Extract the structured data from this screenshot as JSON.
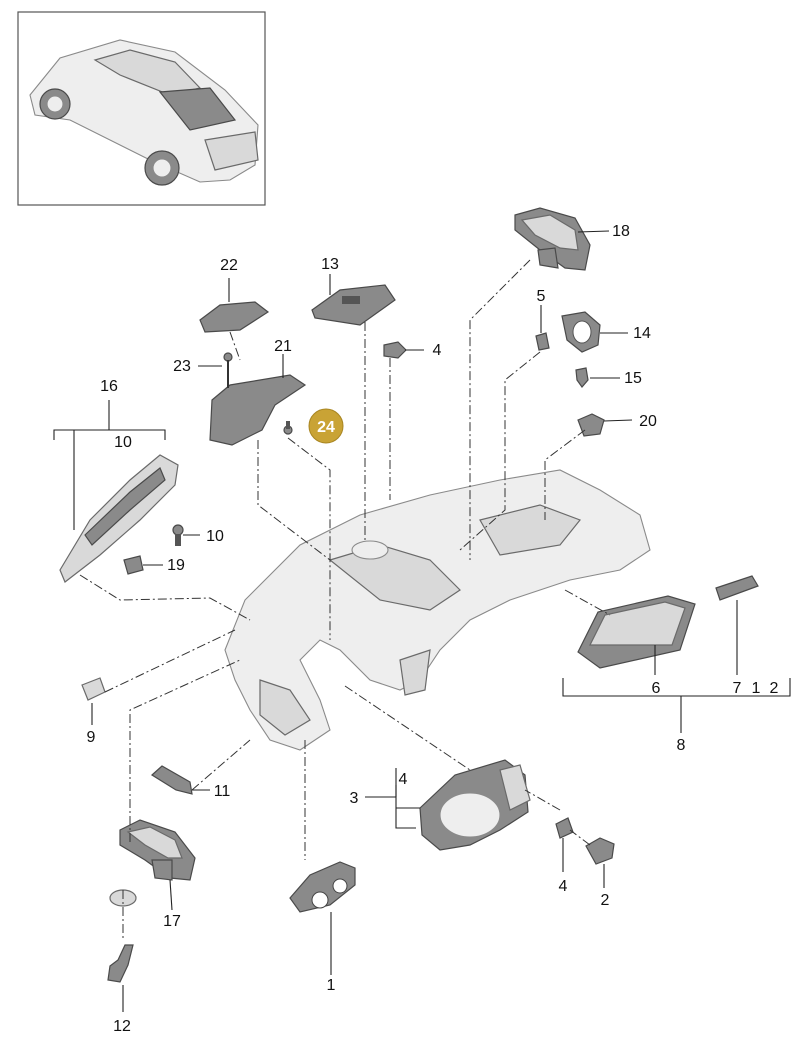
{
  "diagram": {
    "highlight": {
      "label": "24",
      "color": "#c9a335"
    },
    "callouts": {
      "c1": "1",
      "c2": "2",
      "c3": "3",
      "c4a": "4",
      "c4b": "4",
      "c4c": "4",
      "c5": "5",
      "c6": "6",
      "c7": "7",
      "c1b": "1",
      "c2b": "2",
      "c8": "8",
      "c9": "9",
      "c10a": "10",
      "c10b": "10",
      "c11": "11",
      "c12": "12",
      "c13": "13",
      "c14": "14",
      "c15": "15",
      "c16": "16",
      "c17": "17",
      "c18": "18",
      "c19": "19",
      "c20": "20",
      "c21": "21",
      "c22": "22",
      "c23": "23"
    }
  }
}
